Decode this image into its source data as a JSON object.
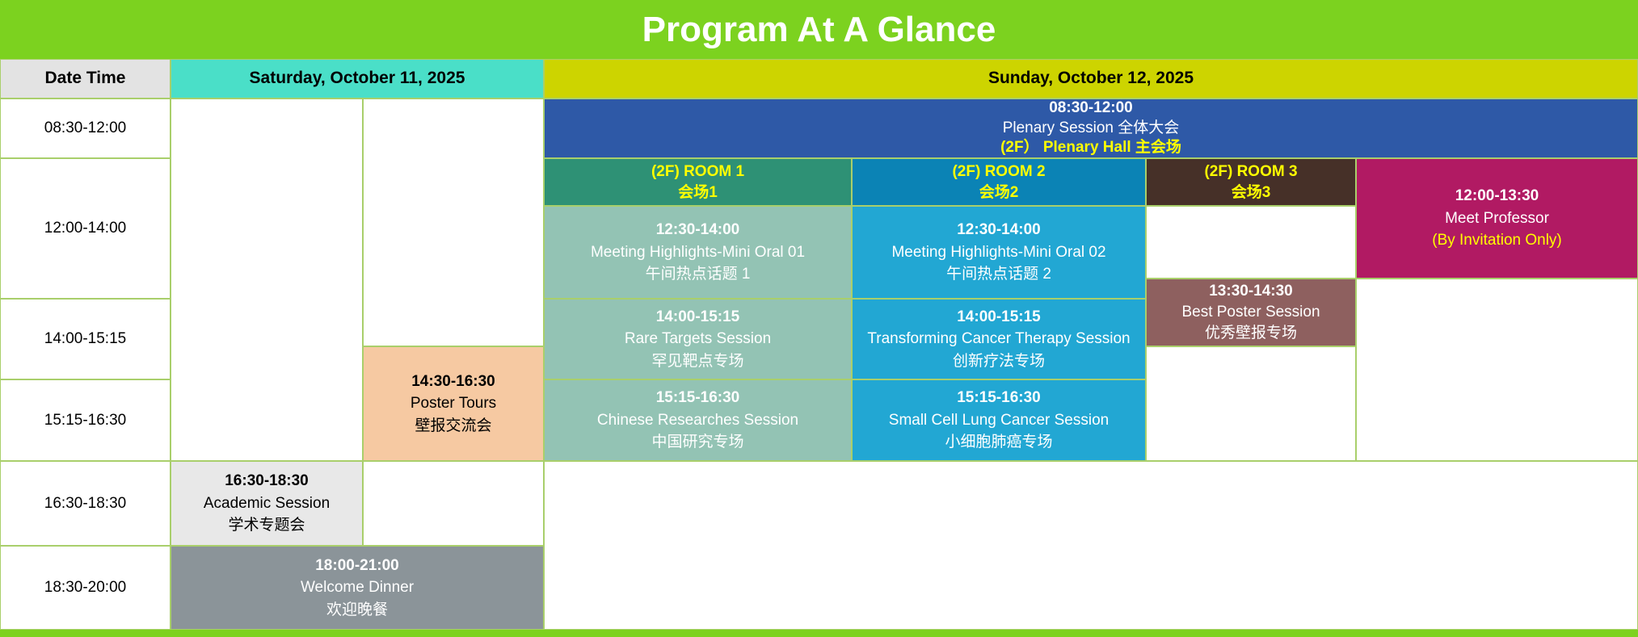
{
  "title": "Program At A Glance",
  "header": {
    "date_time": "Date Time",
    "saturday": "Saturday, October 11, 2025",
    "sunday": "Sunday, October 12, 2025"
  },
  "time_slots": [
    "08:30-12:00",
    "12:00-14:00",
    "14:00-15:15",
    "15:15-16:30",
    "16:30-18:30",
    "18:30-20:00"
  ],
  "saturday": {
    "poster_tours": {
      "time": "14:30-16:30",
      "title": "Poster Tours",
      "subtitle": "壁报交流会"
    },
    "academic_session": {
      "time": "16:30-18:30",
      "title": "Academic Session",
      "subtitle": "学术专题会"
    },
    "welcome_dinner": {
      "time": "18:00-21:00",
      "title": "Welcome Dinner",
      "subtitle": "欢迎晚餐"
    }
  },
  "sunday": {
    "plenary": {
      "time": "08:30-12:00",
      "title": "Plenary Session 全体大会",
      "venue": "(2F） Plenary Hall  主会场"
    },
    "rooms": [
      {
        "label": "(2F)   ROOM 1",
        "cn": "会场1"
      },
      {
        "label": "(2F)   ROOM 2",
        "cn": "会场2"
      },
      {
        "label": "(2F)   ROOM 3",
        "cn": "会场3"
      }
    ],
    "room1_sessions": [
      {
        "time": "12:30-14:00",
        "title": "Meeting Highlights-Mini Oral 01",
        "subtitle": "午间热点话题 1"
      },
      {
        "time": "14:00-15:15",
        "title": "Rare Targets Session",
        "subtitle": "罕见靶点专场"
      },
      {
        "time": "15:15-16:30",
        "title": "Chinese Researches Session",
        "subtitle": "中国研究专场"
      }
    ],
    "room2_sessions": [
      {
        "time": "12:30-14:00",
        "title": "Meeting Highlights-Mini Oral 02",
        "subtitle": "午间热点话题 2"
      },
      {
        "time": "14:00-15:15",
        "title": "Transforming Cancer Therapy Session",
        "subtitle": "创新疗法专场"
      },
      {
        "time": "15:15-16:30",
        "title": "Small Cell Lung Cancer Session",
        "subtitle": "小细胞肺癌专场"
      }
    ],
    "best_poster": {
      "time": "13:30-14:30",
      "title": "Best Poster Session",
      "subtitle": "优秀壁报专场"
    },
    "meet_professor": {
      "time": "12:00-13:30",
      "title": "Meet Professor",
      "note": "(By Invitation Only)"
    }
  },
  "colors": {
    "title_bar": "#7CD21F",
    "saturday_header": "#4ADFC8",
    "sunday_header": "#CDD400",
    "plenary": "#2E59A7",
    "room1_header": "#2E9175",
    "room1_body": "#93C3B4",
    "room2_header": "#0B83B5",
    "room2_body": "#22A7D3",
    "room3_header": "#463028",
    "best_poster": "#8E605F",
    "meet_professor": "#B11A63",
    "poster_tours": "#F6C9A2",
    "academic_session": "#E8E8E8",
    "welcome_dinner": "#8B9499",
    "grid_line": "#A9CF6B",
    "highlight_text": "#FFFF00"
  }
}
